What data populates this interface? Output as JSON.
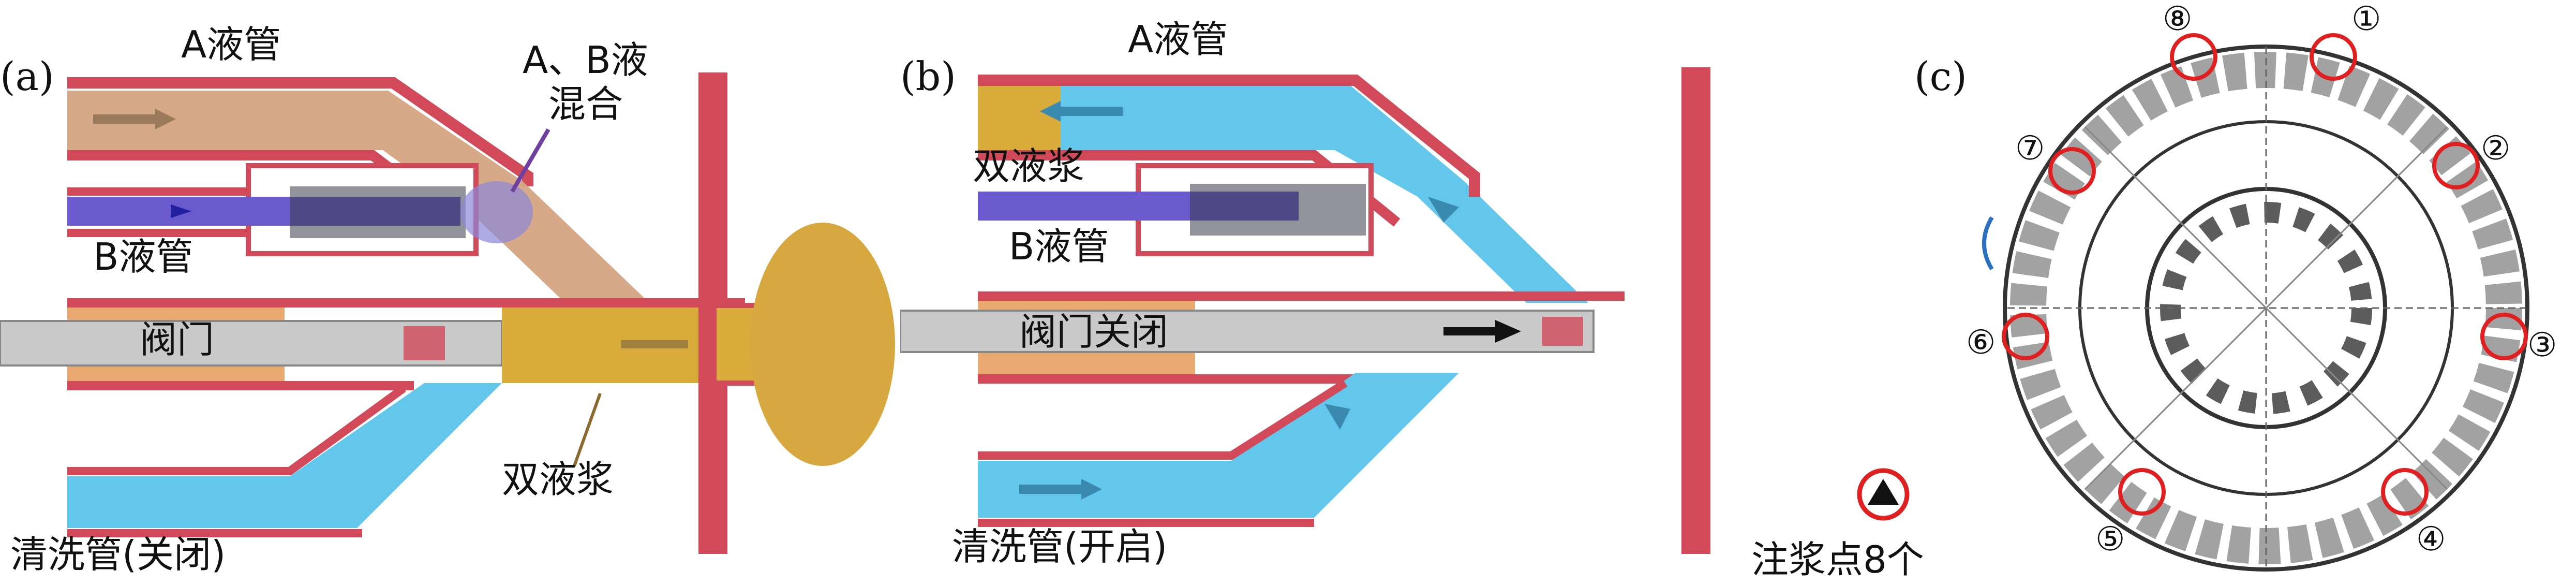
{
  "panels": {
    "a": {
      "tag": "(a)",
      "a_pipe": "A液管",
      "mix": "A、B液",
      "mix2": "混合",
      "b_pipe": "B液管",
      "valve": "阀门",
      "grout": "双液浆",
      "wash": "清洗管(关闭)"
    },
    "b": {
      "tag": "(b)",
      "a_pipe": "A液管",
      "grout": "双液浆",
      "b_pipe": "B液管",
      "valve": "阀门关闭",
      "wash": "清洗管(开启)"
    },
    "c": {
      "tag": "(c)",
      "legend": "注浆点8个",
      "points": [
        "①",
        "②",
        "③",
        "④",
        "⑤",
        "⑥",
        "⑦",
        "⑧"
      ]
    }
  },
  "colors": {
    "pipe_wall": "#d24a5a",
    "a_liquid": "#d4a583",
    "b_liquid": "#6a5acd",
    "mixed": "#d9ab3a",
    "wash_water": "#63c7ec",
    "grout_blob": "#d8a840",
    "marker_ring": "#e02020"
  }
}
